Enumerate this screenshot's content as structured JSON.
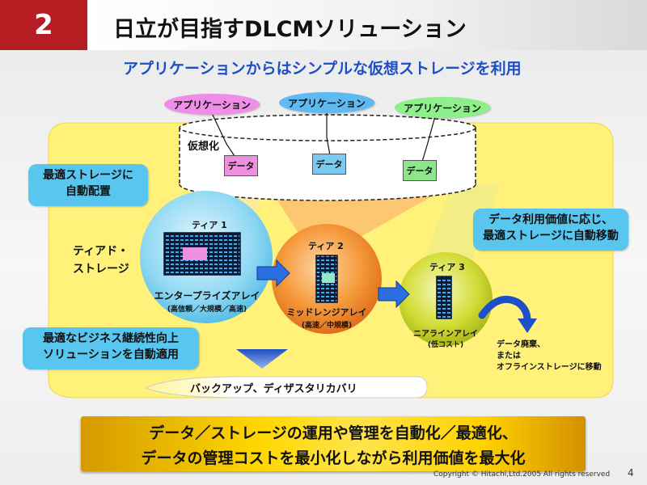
{
  "slide": {
    "number": "2",
    "title": "日立が目指すDLCMソリューション",
    "subtitle": "アプリケーションからはシンプルな仮想ストレージを利用"
  },
  "apps": [
    {
      "label": "アプリケーション",
      "color": "#f08de6"
    },
    {
      "label": "アプリケーション",
      "color": "#5fb9f3"
    },
    {
      "label": "アプリケーション",
      "color": "#8ef08a"
    }
  ],
  "virtualization": {
    "label": "仮想化",
    "data_items": [
      {
        "label": "データ",
        "color": "#ee8fe0"
      },
      {
        "label": "データ",
        "color": "#7ccaf2"
      },
      {
        "label": "データ",
        "color": "#8ee68c"
      }
    ]
  },
  "callouts": {
    "auto_placement": [
      "最適ストレージに",
      "自動配置"
    ],
    "auto_migration": [
      "データ利用価値に応じ、",
      "最適ストレージに自動移動"
    ],
    "business_continuity": [
      "最適なビジネス継続性向上",
      "ソリューションを自動適用"
    ]
  },
  "tiered_storage": [
    "ティアド・",
    "ストレージ"
  ],
  "tiers": [
    {
      "name": "ティア 1",
      "type": "エンタープライズアレイ",
      "detail": "(高信頼／大規模／高速)",
      "color": "#7fd3f0"
    },
    {
      "name": "ティア 2",
      "type": "ミッドレンジアレイ",
      "detail": "(高速／中規模)",
      "color": "#f2882c"
    },
    {
      "name": "ティア 3",
      "type": "ニアラインアレイ",
      "detail": "(低コスト)",
      "color": "#c9d61b"
    }
  ],
  "disposal": [
    "データ廃棄、",
    "または",
    "オフラインストレージに移動"
  ],
  "backup": "バックアップ、ディザスタリカバリ",
  "bottom_message": [
    "データ／ストレージの運用や管理を自動化／最適化、",
    "データの管理コストを最小化しながら利用価値を最大化"
  ],
  "footer": {
    "copyright": "Copyright © Hitachi,Ltd.2005 All rights reserved",
    "page": "4"
  },
  "colors": {
    "accent_red": "#b51d23",
    "subtitle_blue": "#1d4fc4",
    "yellow_panel": "#fff17a",
    "callout_blue": "#58c6ee",
    "arrow_blue": "#2b6fe0"
  }
}
